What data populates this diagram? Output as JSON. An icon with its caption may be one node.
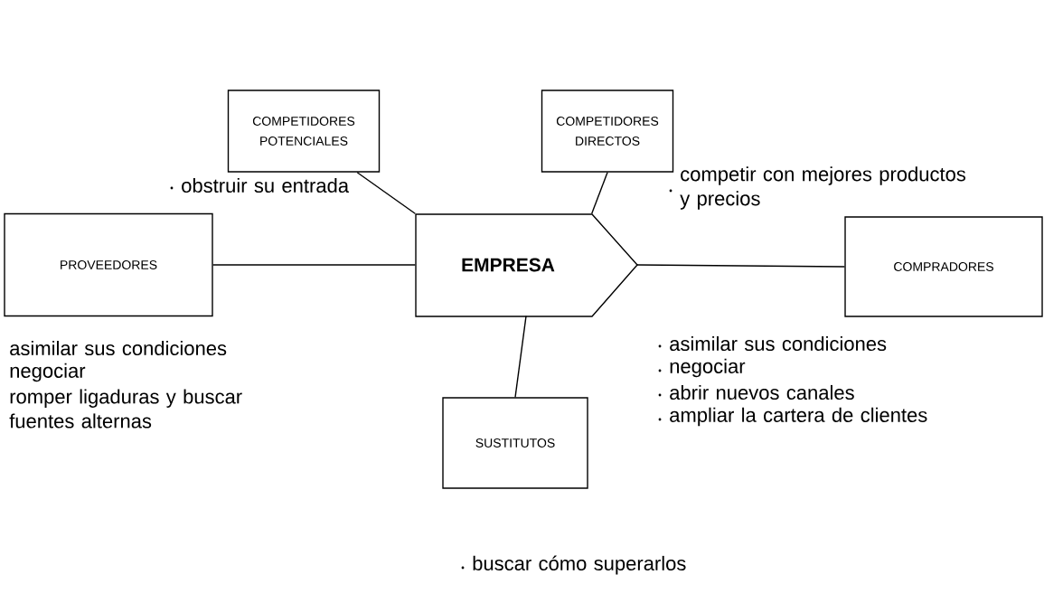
{
  "diagram": {
    "nodes": [
      {
        "text": [
          "COMPETIDORES POTENCIALES"
        ],
        "beside": [
          "obstruir su entrada"
        ]
      },
      {
        "text": [
          "COMPETIDORES DIRECTOS"
        ],
        "beside": [
          "competir con mejores productos y precios"
        ]
      },
      {
        "text": [
          "PROVEEDORES"
        ],
        "beside": [
          "asimilar sus condiciones",
          "negociar",
          "romper ligaduras y buscar fuentes alternas"
        ]
      },
      {
        "text": [
          "EMPRESA"
        ]
      },
      {
        "text": [
          "COMPRADORES"
        ],
        "beside": [
          "asimilar sus condiciones",
          "negociar",
          "abrir nuevos canales",
          "ampliar la cartera de clientes"
        ]
      },
      {
        "text": [
          "SUSTITUTOS"
        ],
        "beside": [
          "buscar cómo superarlos"
        ]
      }
    ],
    "edges": [
      {
        "from": 0,
        "to": 3,
        "arrow": "none"
      },
      {
        "from": 1,
        "to": 3,
        "arrow": "none"
      },
      {
        "from": 2,
        "to": 3,
        "arrow": "none"
      },
      {
        "from": 3,
        "to": 4,
        "arrow": "none"
      },
      {
        "from": 3,
        "to": 5,
        "arrow": "none"
      }
    ]
  }
}
